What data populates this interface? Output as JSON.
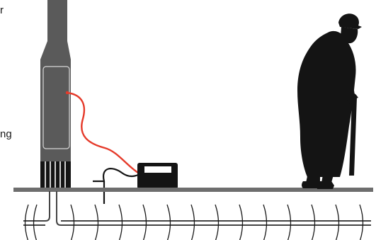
{
  "labels": {
    "top_fragment": "r",
    "side_fragment": "ng"
  },
  "colors": {
    "equipment": "#5a5a5a",
    "ground": "#6e6e6e",
    "test_lead": "#e53a2a",
    "instrument": "#141414",
    "silhouette": "#141414",
    "cable": "#444444"
  },
  "icons": {
    "person": "elderly-person-with-cane-silhouette",
    "instrument": "portable-test-meter"
  }
}
